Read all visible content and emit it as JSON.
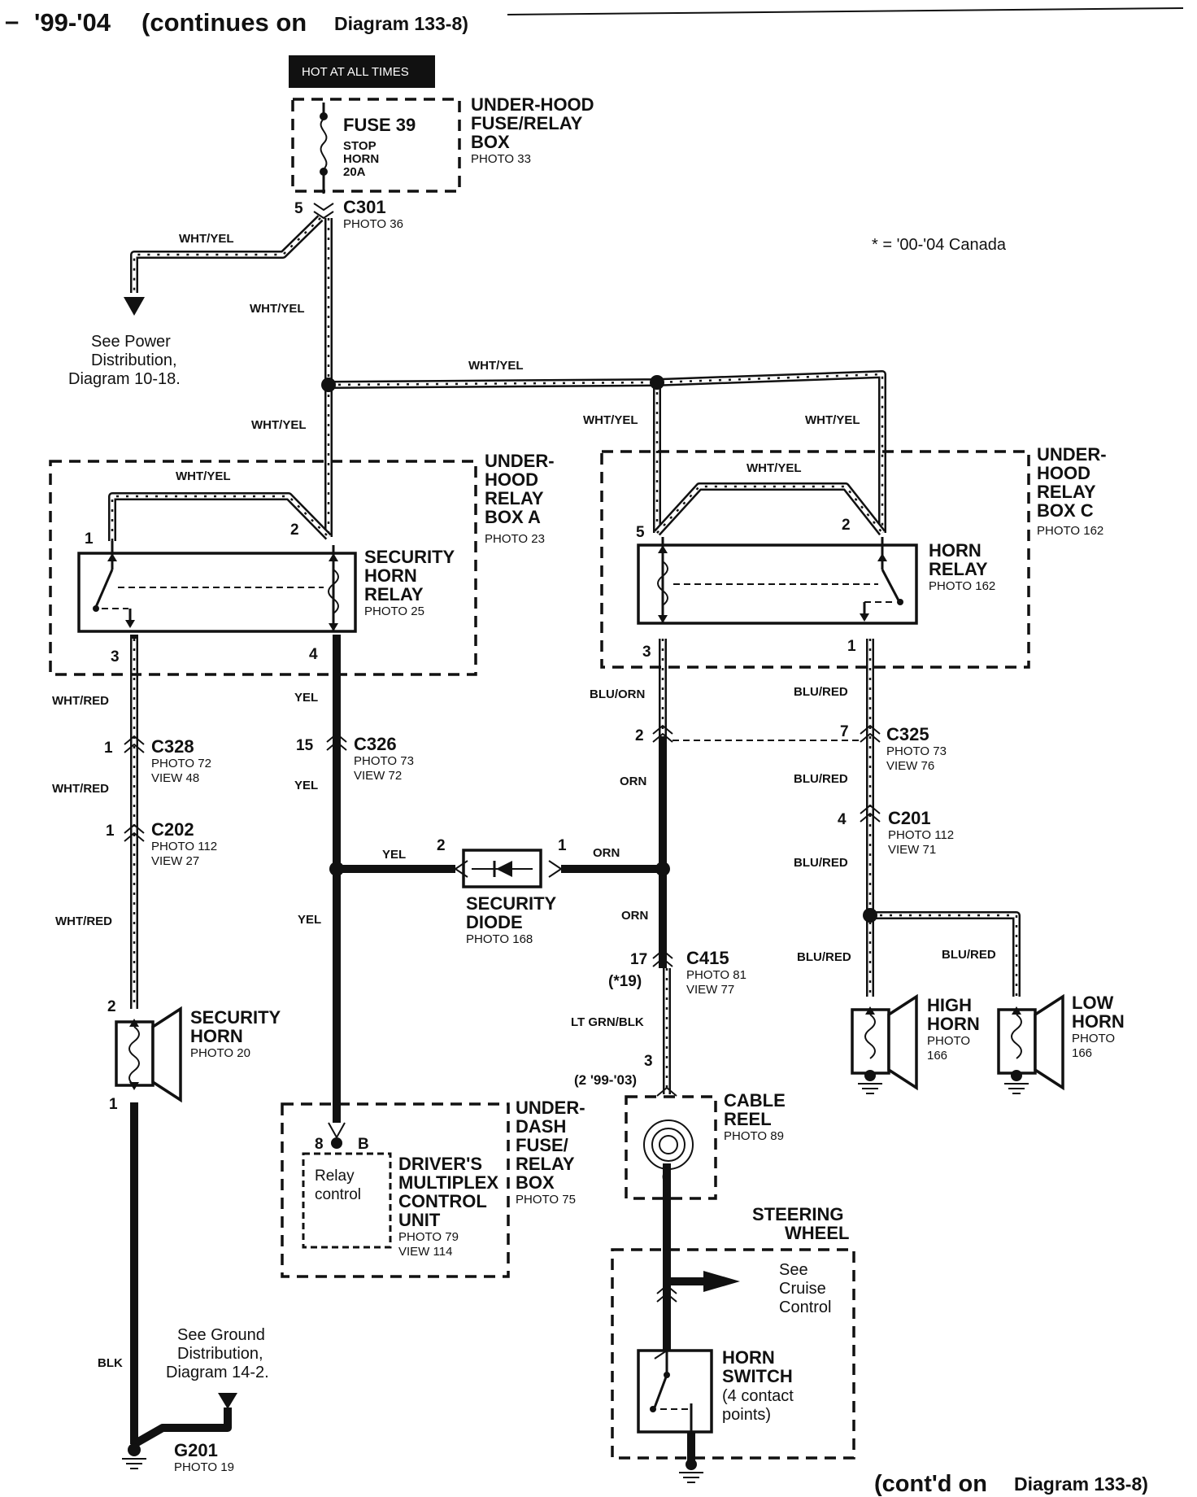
{
  "header": {
    "dash": "–",
    "years": "'99-'04",
    "continues_prefix": "(continues on",
    "continues_diag": "Diagram 133-8)"
  },
  "footer": {
    "prefix": "(cont'd on",
    "diag": "Diagram 133-8)"
  },
  "hot_at_all_times": "HOT AT ALL TIMES",
  "canada_note": "* = '00-'04 Canada",
  "fuse": {
    "name": "FUSE 39",
    "line1": "STOP",
    "line2": "HORN",
    "line3": "20A"
  },
  "underhood_box": {
    "line1": "UNDER-HOOD",
    "line2": "FUSE/RELAY",
    "line3": "BOX",
    "photo": "PHOTO 33"
  },
  "c301": {
    "pin": "5",
    "name": "C301",
    "photo": "PHOTO 36"
  },
  "power_dist": {
    "line1": "See Power",
    "line2": "Distribution,",
    "line3": "Diagram 10-18."
  },
  "ground_dist": {
    "line1": "See Ground",
    "line2": "Distribution,",
    "line3": "Diagram 14-2."
  },
  "relay_box_a": {
    "line1": "UNDER-",
    "line2": "HOOD",
    "line3": "RELAY",
    "line4": "BOX A",
    "photo": "PHOTO 23"
  },
  "security_horn_relay": {
    "line1": "SECURITY",
    "line2": "HORN",
    "line3": "RELAY",
    "photo": "PHOTO 25",
    "pin1": "1",
    "pin2": "2",
    "pin3": "3",
    "pin4": "4"
  },
  "relay_box_c": {
    "line1": "UNDER-",
    "line2": "HOOD",
    "line3": "RELAY",
    "line4": "BOX C",
    "photo": "PHOTO 162"
  },
  "horn_relay": {
    "line1": "HORN",
    "line2": "RELAY",
    "photo": "PHOTO 162",
    "pin5": "5",
    "pin2": "2",
    "pin3": "3",
    "pin1": "1"
  },
  "wires": {
    "wht_yel": "WHT/YEL",
    "wht_red": "WHT/RED",
    "yel": "YEL",
    "blu_orn": "BLU/ORN",
    "blu_red": "BLU/RED",
    "orn": "ORN",
    "lt_grn_blk": "LT GRN/BLK",
    "blk": "BLK"
  },
  "c328": {
    "pin": "1",
    "name": "C328",
    "photo": "PHOTO 72",
    "view": "VIEW 48"
  },
  "c202": {
    "pin": "1",
    "name": "C202",
    "photo": "PHOTO 112",
    "view": "VIEW 27"
  },
  "c326": {
    "pin": "15",
    "name": "C326",
    "photo": "PHOTO 73",
    "view": "VIEW 72"
  },
  "c325": {
    "pin_left": "2",
    "pin_right": "7",
    "name": "C325",
    "photo": "PHOTO 73",
    "view": "VIEW 76"
  },
  "c201": {
    "pin": "4",
    "name": "C201",
    "photo": "PHOTO 112",
    "view": "VIEW 71"
  },
  "c415": {
    "pin": "17",
    "pin_alt": "(*19)",
    "name": "C415",
    "photo": "PHOTO 81",
    "view": "VIEW 77"
  },
  "security_diode": {
    "line1": "SECURITY",
    "line2": "DIODE",
    "photo": "PHOTO 168",
    "pin2": "2",
    "pin1": "1"
  },
  "security_horn": {
    "line1": "SECURITY",
    "line2": "HORN",
    "photo": "PHOTO 20",
    "pin2": "2",
    "pin1": "1"
  },
  "high_horn": {
    "line1": "HIGH",
    "line2": "HORN",
    "photo1": "PHOTO",
    "photo2": "166"
  },
  "low_horn": {
    "line1": "LOW",
    "line2": "HORN",
    "photo1": "PHOTO",
    "photo2": "166"
  },
  "underdash_box": {
    "line1": "UNDER-",
    "line2": "DASH",
    "line3": "FUSE/",
    "line4": "RELAY",
    "line5": "BOX",
    "photo": "PHOTO 75"
  },
  "mcu": {
    "pin8": "8",
    "pinB": "B",
    "relay1": "Relay",
    "relay2": "control",
    "line1": "DRIVER'S",
    "line2": "MULTIPLEX",
    "line3": "CONTROL",
    "line4": "UNIT",
    "photo": "PHOTO 79",
    "view": "VIEW 114"
  },
  "cable_reel": {
    "pin": "3",
    "pin_alt": "(2 '99-'03)",
    "line1": "CABLE",
    "line2": "REEL",
    "photo": "PHOTO 89"
  },
  "steering_wheel": {
    "line1": "STEERING",
    "line2": "WHEEL"
  },
  "cruise": {
    "line1": "See",
    "line2": "Cruise",
    "line3": "Control"
  },
  "horn_switch": {
    "line1": "HORN",
    "line2": "SWITCH",
    "line3": "(4 contact",
    "line4": "points)"
  },
  "g201": {
    "name": "G201",
    "photo": "PHOTO 19"
  }
}
